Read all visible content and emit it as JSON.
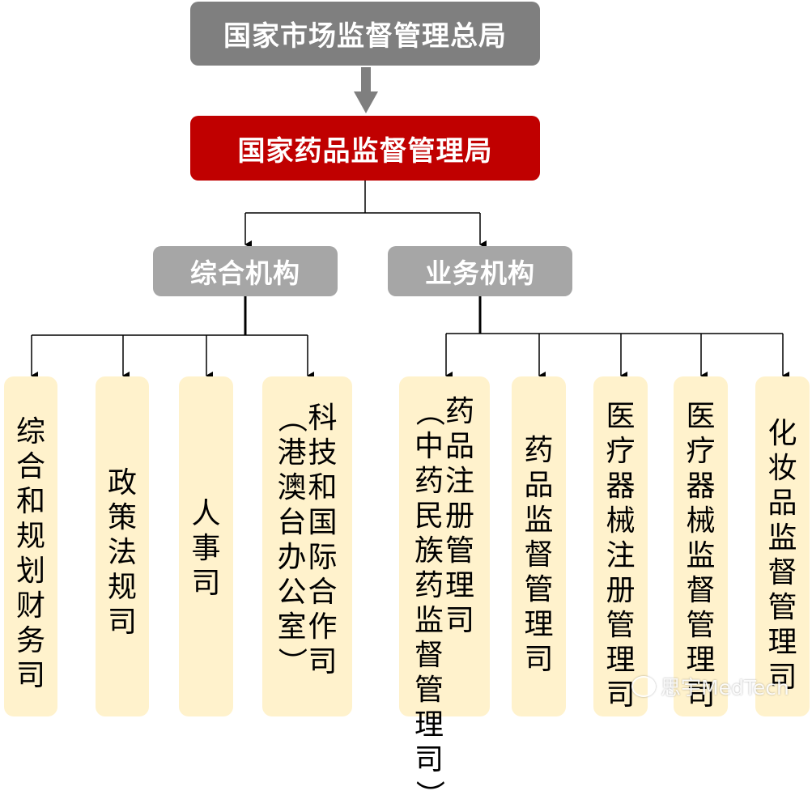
{
  "top": {
    "label": "国家市场监督管理总局"
  },
  "nmpa": {
    "label": "国家药品监督管理局"
  },
  "groups": {
    "comprehensive": {
      "label": "综合机构"
    },
    "business": {
      "label": "业务机构"
    }
  },
  "leaves": [
    {
      "columns": [
        "综合和规划财务司"
      ]
    },
    {
      "columns": [
        "政策法规司"
      ]
    },
    {
      "columns": [
        "人事司"
      ]
    },
    {
      "columns": [
        "科技和国际合作司",
        "（港澳台办公室）"
      ]
    },
    {
      "columns": [
        "药品注册管理司",
        "（中药民族药监督管理司）"
      ]
    },
    {
      "columns": [
        "药品监督管理司"
      ]
    },
    {
      "columns": [
        "医疗器械注册管理司"
      ]
    },
    {
      "columns": [
        "医疗器械监督管理司"
      ]
    },
    {
      "columns": [
        "化妆品监督管理司"
      ]
    }
  ],
  "watermark": {
    "text": "思宇MedTech"
  },
  "colors": {
    "top_box": "#7f7f7f",
    "nmpa_box": "#c00000",
    "group_box": "#a6a6a6",
    "leaf_box": "#fff2cc",
    "arrow_gray": "#7f7f7f",
    "connector": "#000000"
  }
}
